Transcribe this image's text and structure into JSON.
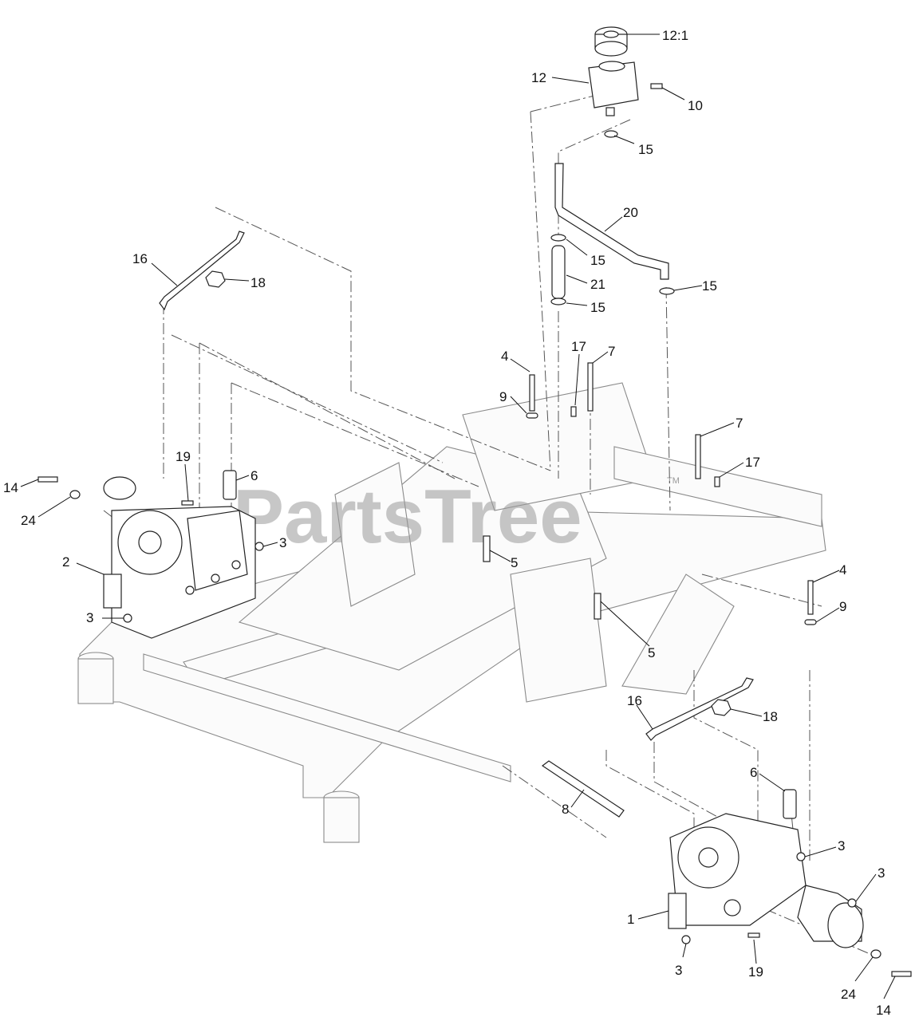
{
  "watermark": {
    "text": "PartsTree",
    "mark": "TM"
  },
  "callouts": [
    "12:1",
    "12",
    "10",
    "15",
    "20",
    "15",
    "21",
    "15",
    "15",
    "16",
    "18",
    "19",
    "6",
    "14",
    "24",
    "3",
    "2",
    "3",
    "4",
    "17",
    "7",
    "9",
    "7",
    "17",
    "5",
    "5",
    "4",
    "9",
    "16",
    "18",
    "6",
    "8",
    "3",
    "3",
    "1",
    "3",
    "19",
    "24",
    "14"
  ],
  "parts": {
    "fill_cap": "fill-cap-icon",
    "reservoir": "reservoir-tank-icon",
    "hose": "hose-icon",
    "pump_left": "hydro-pump-icon",
    "pump_right": "hydro-pump-icon",
    "frame": "mower-frame-icon"
  }
}
